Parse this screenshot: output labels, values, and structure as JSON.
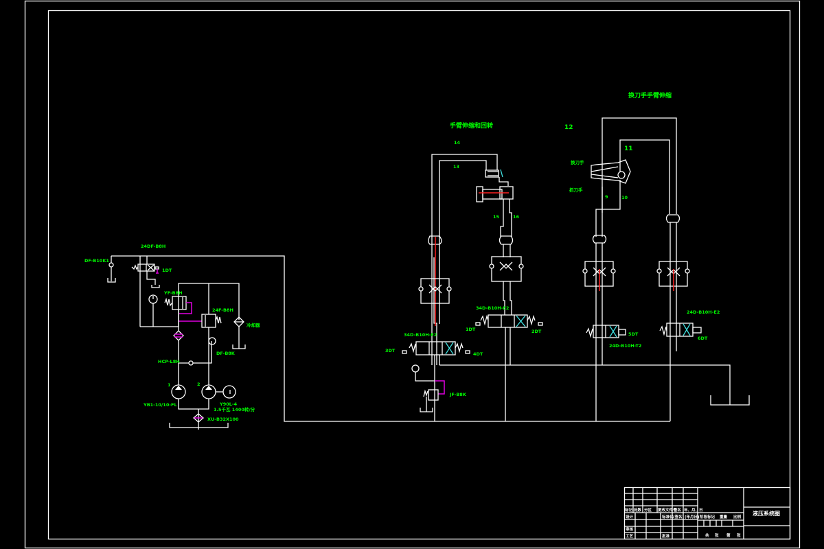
{
  "drawing": {
    "title": "液压系统图",
    "colors": {
      "background": "#000000",
      "lines": "#ffffff",
      "labels": "#00ff00",
      "pilot": "#e000e0",
      "rod": "#ff2020",
      "cross": "#40e0e0"
    }
  },
  "sections": {
    "arm_extend_rotate": "手臂伸缩和回转",
    "tool_changer_arm": "换刀手手臂伸缩"
  },
  "labels": {
    "check_valve_left": "DF-B10K1",
    "solenoid_valve_top": "24DF-B8H",
    "solenoid_1dt": "1DT",
    "relief_valve_1": "YF-B8H",
    "relief_valve_2": "24F-B8H",
    "cooler": "冷却器",
    "check_valve_mid": "DF-B8K",
    "pressure_switch": "HCP-L8H",
    "pump_1_num": "1",
    "pump_2_num": "2",
    "pump_model": "YB1-10/10-FL",
    "motor_model": "Y90L-4",
    "motor_power": "1.5千瓦 1400转/分",
    "filter": "XU-B32X100",
    "cyl_arm_top_num": "14",
    "cyl_arm_inner_num": "13",
    "throttle_num_a": "15",
    "throttle_num_b": "16",
    "valve_mid_a": "34D-B10H-E2",
    "valve_mid_a_left": "3DT",
    "valve_mid_a_right": "4DT",
    "valve_mid_b": "34D-B10H-E2",
    "valve_mid_b_left": "1DT",
    "valve_mid_b_right": "2DT",
    "relief_bottom": "JF-B8K",
    "num_12": "12",
    "num_11": "11",
    "gripper_upper": "换刀手",
    "gripper_lower": "抓刀手",
    "num_9": "9",
    "num_10": "10",
    "valve_right_a": "24D-B10H-T2",
    "valve_right_a_sol": "5DT",
    "valve_right_b": "24D-B10H-E2",
    "valve_right_b_sol": "6DT"
  },
  "title_block": {
    "row_labels": [
      "标记",
      "处数",
      "分区",
      "更改文件号",
      "签名",
      "年、月、日"
    ],
    "design": "设计",
    "standardize": "标准化",
    "sign": "(签名)",
    "date": "(年月日)",
    "stage_mark": "阶段标记",
    "weight": "重量",
    "scale": "比例",
    "review": "审核",
    "process": "工艺",
    "approve": "批准",
    "total": "共",
    "sheet": "张",
    "num": "第",
    "sheet2": "张"
  }
}
